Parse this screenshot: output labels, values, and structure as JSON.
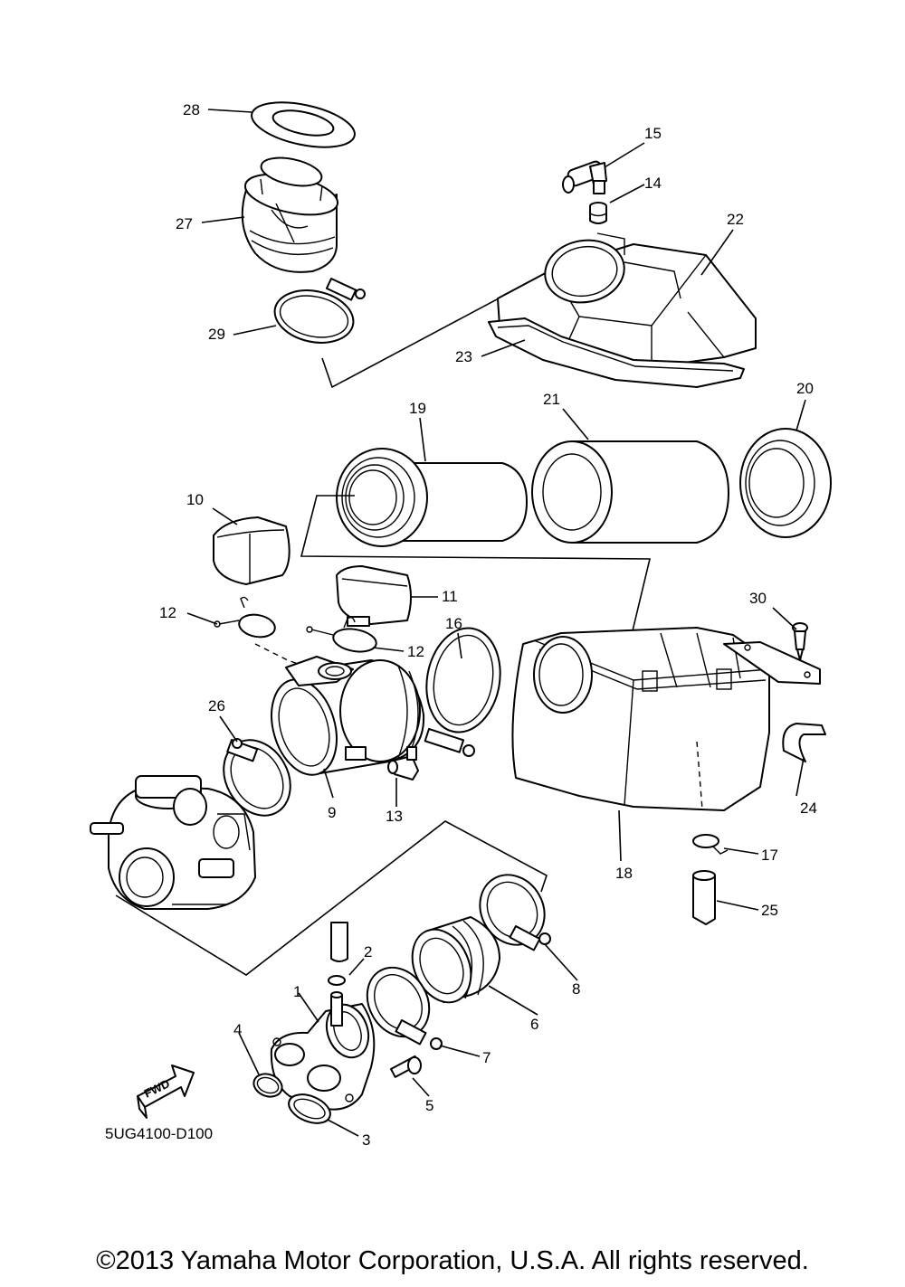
{
  "diagram_code": "5UG4100-D100",
  "copyright": "©2013 Yamaha Motor Corporation, U.S.A. All rights reserved.",
  "fwd_label": "FWD",
  "callouts": [
    {
      "id": "c28",
      "label": "28"
    },
    {
      "id": "c27",
      "label": "27"
    },
    {
      "id": "c29",
      "label": "29"
    },
    {
      "id": "c15",
      "label": "15"
    },
    {
      "id": "c14",
      "label": "14"
    },
    {
      "id": "c22",
      "label": "22"
    },
    {
      "id": "c23",
      "label": "23"
    },
    {
      "id": "c19",
      "label": "19"
    },
    {
      "id": "c21",
      "label": "21"
    },
    {
      "id": "c20",
      "label": "20"
    },
    {
      "id": "c10",
      "label": "10"
    },
    {
      "id": "c11",
      "label": "11"
    },
    {
      "id": "c12a",
      "label": "12"
    },
    {
      "id": "c12b",
      "label": "12"
    },
    {
      "id": "c16",
      "label": "16"
    },
    {
      "id": "c30",
      "label": "30"
    },
    {
      "id": "c26",
      "label": "26"
    },
    {
      "id": "c9",
      "label": "9"
    },
    {
      "id": "c13",
      "label": "13"
    },
    {
      "id": "c24",
      "label": "24"
    },
    {
      "id": "c18",
      "label": "18"
    },
    {
      "id": "c17",
      "label": "17"
    },
    {
      "id": "c25",
      "label": "25"
    },
    {
      "id": "c2",
      "label": "2"
    },
    {
      "id": "c8",
      "label": "8"
    },
    {
      "id": "c1",
      "label": "1"
    },
    {
      "id": "c6",
      "label": "6"
    },
    {
      "id": "c4",
      "label": "4"
    },
    {
      "id": "c7",
      "label": "7"
    },
    {
      "id": "c5",
      "label": "5"
    },
    {
      "id": "c3",
      "label": "3"
    }
  ]
}
